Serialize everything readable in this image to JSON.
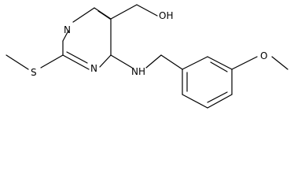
{
  "diagram": {
    "type": "chemical-structure",
    "line_color": "#000000",
    "background": "#ffffff",
    "labels": {
      "n_top": "N",
      "n_bottom": "N",
      "s": "S",
      "hydroxyl": "OH",
      "amine": "NH",
      "methoxy_o": "O"
    }
  }
}
